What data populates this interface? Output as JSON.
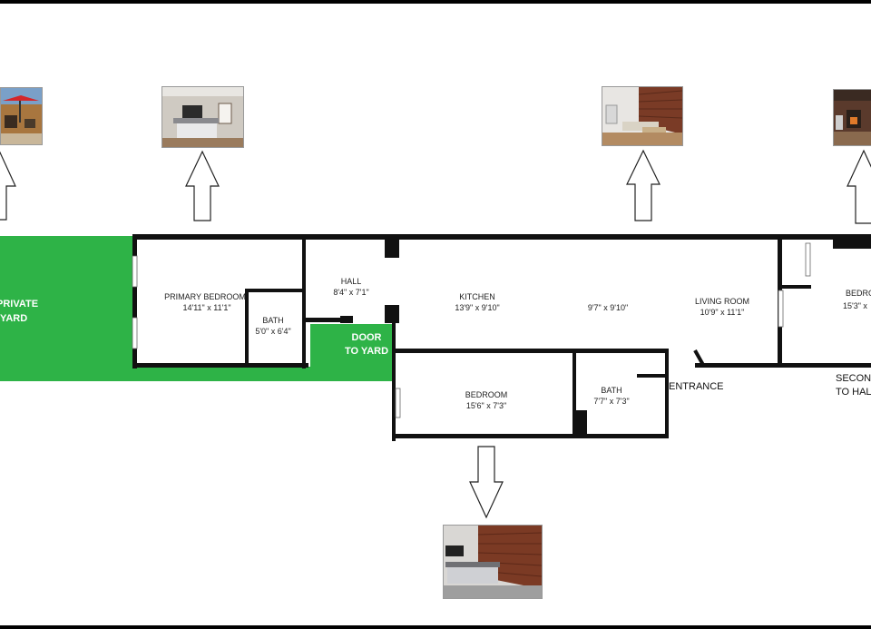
{
  "rooms": {
    "private_yard": {
      "name_line1": "PRIVATE",
      "name_line2": "YARD"
    },
    "primary_bedroom": {
      "name": "PRIMARY BEDROOM",
      "dims": "14'11\" x 11'1\""
    },
    "bath_1": {
      "name": "BATH",
      "dims": "5'0\" x 6'4\""
    },
    "hall": {
      "name": "HALL",
      "dims": "8'4\" x 7'1\""
    },
    "door_to_yard": {
      "line1": "DOOR",
      "line2": "TO YARD"
    },
    "kitchen": {
      "name": "KITCHEN",
      "dims": "13'9\" x 9'10\""
    },
    "middle_space": {
      "dims": "9'7\" x 9'10\""
    },
    "living_room": {
      "name": "LIVING ROOM",
      "dims": "10'9\" x 11'1\""
    },
    "bedroom_right": {
      "name": "BEDROOM",
      "dims": "15'3\" x"
    },
    "bedroom": {
      "name": "BEDROOM",
      "dims": "15'6\" x 7'3\""
    },
    "bath_2": {
      "name": "BATH",
      "dims": "7'7\" x 7'3\""
    },
    "entrance": {
      "name": "ENTRANCE"
    },
    "second_hall": {
      "line1": "SECOND",
      "line2": "TO HALL"
    }
  },
  "colors": {
    "yard_green": "#2eb347",
    "wall": "#111111",
    "background": "#ffffff"
  },
  "photos": [
    {
      "name": "yard-photo",
      "subject": "patio with red umbrella"
    },
    {
      "name": "primary-bedroom-photo",
      "subject": "bedroom"
    },
    {
      "name": "living-room-photo",
      "subject": "living room with brick wall"
    },
    {
      "name": "second-bedroom-photo",
      "subject": "room with fireplace"
    },
    {
      "name": "bedroom-photo",
      "subject": "bedroom with brick wall"
    }
  ]
}
